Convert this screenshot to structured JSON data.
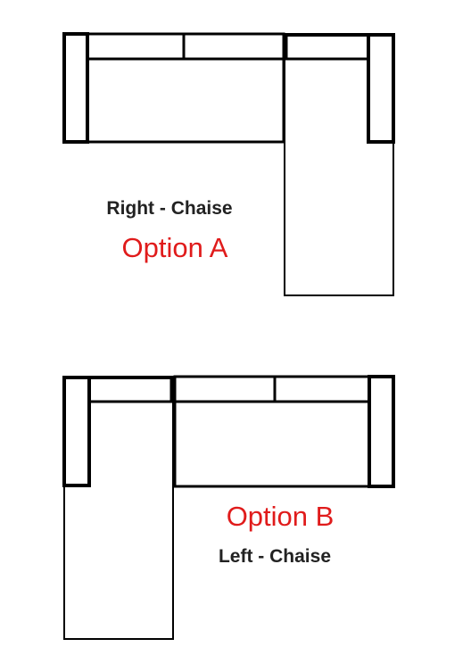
{
  "colors": {
    "outline": "#000000",
    "background": "#ffffff",
    "option_label": "#e01b1b",
    "type_label": "#222222"
  },
  "option_a": {
    "type_label": "Right - Chaise",
    "option_label": "Option A"
  },
  "option_b": {
    "type_label": "Left - Chaise",
    "option_label": "Option B"
  }
}
